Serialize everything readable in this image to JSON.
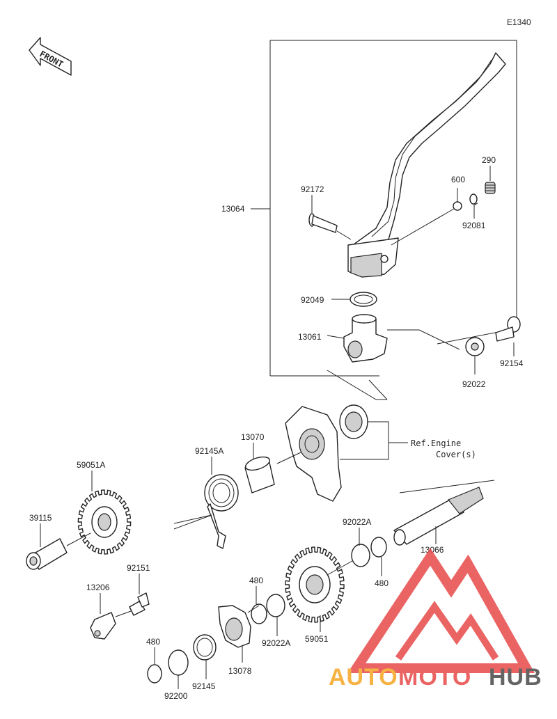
{
  "diagram_code": "E1340",
  "front_label": "FRONT",
  "reference_note_line1": "Ref.Engine",
  "reference_note_line2": "Cover(s)",
  "parts": {
    "p13064": "13064",
    "p92172": "92172",
    "p600": "600",
    "p290": "290",
    "p92081": "92081",
    "p92049": "92049",
    "p13061": "13061",
    "p92022": "92022",
    "p92154": "92154",
    "p13070": "13070",
    "p92145A": "92145A",
    "p59051A": "59051A",
    "p39115": "39115",
    "p92151": "92151",
    "p13206": "13206",
    "p92022A_top": "92022A",
    "p480_a": "480",
    "p13066": "13066",
    "p480_b": "480",
    "p59051": "59051",
    "p92022A_bot": "92022A",
    "p13078": "13078",
    "p92145": "92145",
    "p480_c": "480",
    "p92200": "92200"
  },
  "watermark": {
    "part1": "AUTO",
    "part2": "MOTO",
    "part3": "HUB",
    "color_orange": "#f5a623",
    "color_red": "#e84a4a",
    "color_dark": "#4a4a4a"
  }
}
